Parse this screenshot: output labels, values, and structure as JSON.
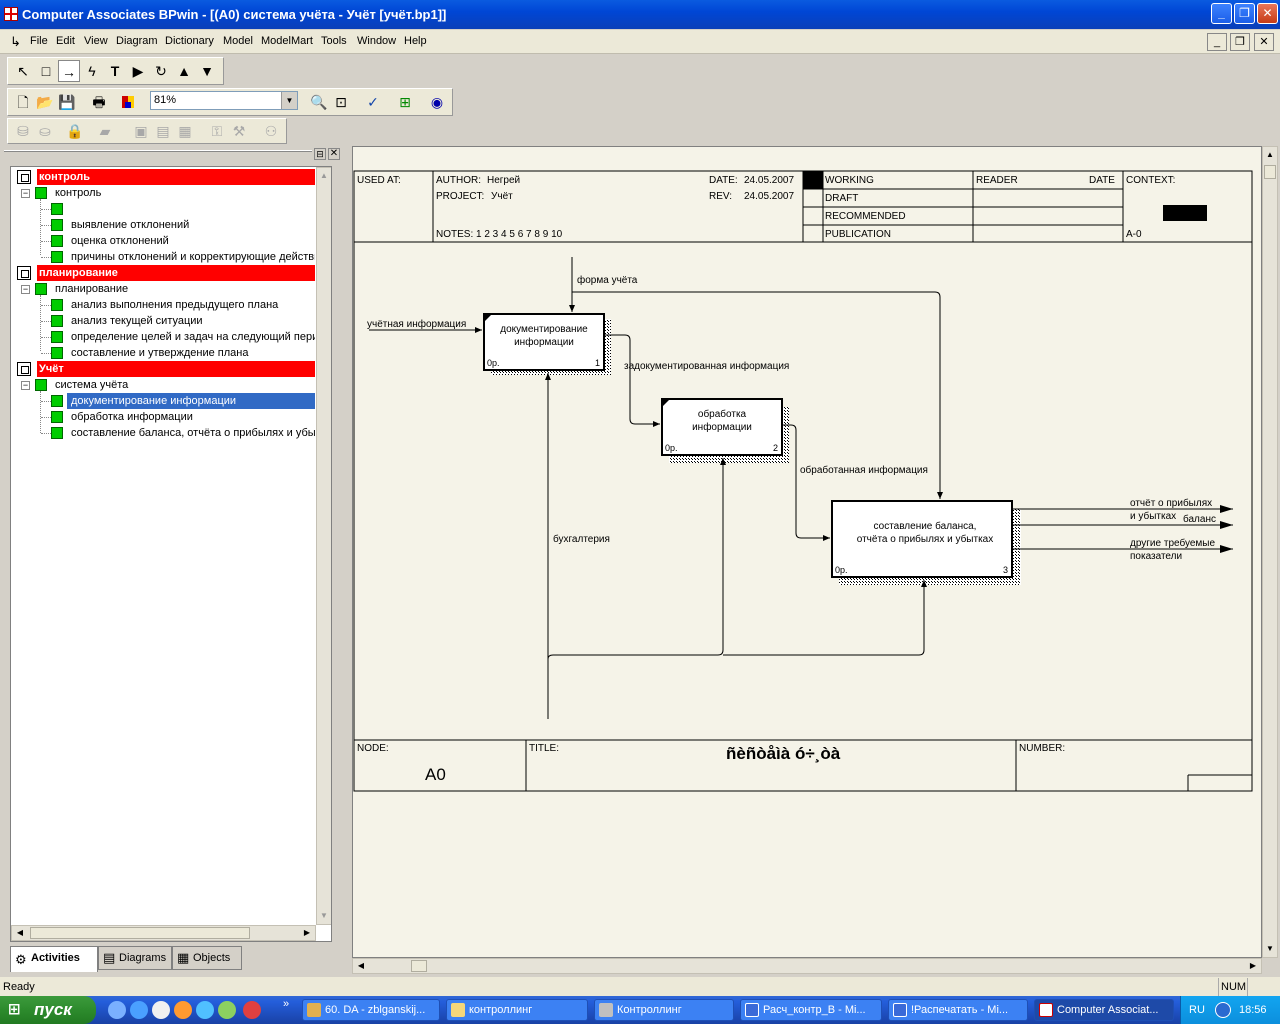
{
  "window": {
    "title": "Computer Associates BPwin - [(A0) система учёта - Учёт  [учёт.bp1]]"
  },
  "menu": {
    "items": [
      "File",
      "Edit",
      "View",
      "Diagram",
      "Dictionary",
      "Model",
      "ModelMart",
      "Tools",
      "Window",
      "Help"
    ]
  },
  "toolbar": {
    "zoom": "81%"
  },
  "tree": {
    "groups": [
      {
        "header": "контроль",
        "parent": "контроль",
        "children": [
          "",
          "выявление  отклонений",
          "оценка  отклонений",
          "причины отклонений и  корректирующие действия"
        ]
      },
      {
        "header": "планирование",
        "parent": "планирование",
        "children": [
          "анализ выполнения предыдущего плана",
          "анализ текущей  ситуации",
          "определение целей и задач  на следующий период",
          "составление и  утверждение плана"
        ]
      },
      {
        "header": "Учёт",
        "parent": "система учёта",
        "children": [
          "документирование информации",
          "обработка  информации",
          "составление баланса, отчёта о прибылях и убытках"
        ]
      }
    ],
    "selected": "документирование информации"
  },
  "tabs": [
    {
      "label": "Activities"
    },
    {
      "label": "Diagrams"
    },
    {
      "label": "Objects"
    }
  ],
  "frame": {
    "used_at": "USED AT:",
    "author_label": "AUTHOR:",
    "author": "Негрей",
    "project_label": "PROJECT:",
    "project": "Учёт",
    "date_label": "DATE:",
    "date": "24.05.2007",
    "rev_label": "REV:",
    "rev": "24.05.2007",
    "notes": "NOTES:  1  2  3  4  5  6  7  8  9  10",
    "statuses": [
      "WORKING",
      "DRAFT",
      "RECOMMENDED",
      "PUBLICATION"
    ],
    "reader": "READER",
    "reader_date": "DATE",
    "context": "CONTEXT:",
    "context_node": "A-0",
    "node_label": "NODE:",
    "node": "A0",
    "title_label": "TITLE:",
    "title": "ñèñòåìà ó÷¸òà",
    "number_label": "NUMBER:"
  },
  "diagram": {
    "boxes": [
      {
        "label1": "документирование",
        "label2": "информации",
        "cost": "0р.",
        "num": "1"
      },
      {
        "label1": "обработка",
        "label2": "информации",
        "cost": "0р.",
        "num": "2"
      },
      {
        "label1": "составление баланса,",
        "label2": "отчёта о прибылях и убытках",
        "cost": "0р.",
        "num": "3"
      }
    ],
    "arrows": {
      "control": "форма учёта",
      "input": "учётная информация",
      "a12": "задокументированная информация",
      "a23": "обработанная информация",
      "mech": "бухгалтерия",
      "out1a": "отчёт о прибылях",
      "out1b": "и убытках",
      "out2": "баланс",
      "out3a": "другие требуемые",
      "out3b": "показатели"
    }
  },
  "status": {
    "text": "Ready",
    "num": "NUM"
  },
  "taskbar": {
    "start": "пуск",
    "tasks": [
      "60. DA - zblganskij...",
      "контроллинг",
      "Контроллинг",
      "Расч_контр_В - Mi...",
      "!Распечатать - Mi...",
      "Computer Associat..."
    ],
    "lang": "RU",
    "time": "18:56"
  }
}
